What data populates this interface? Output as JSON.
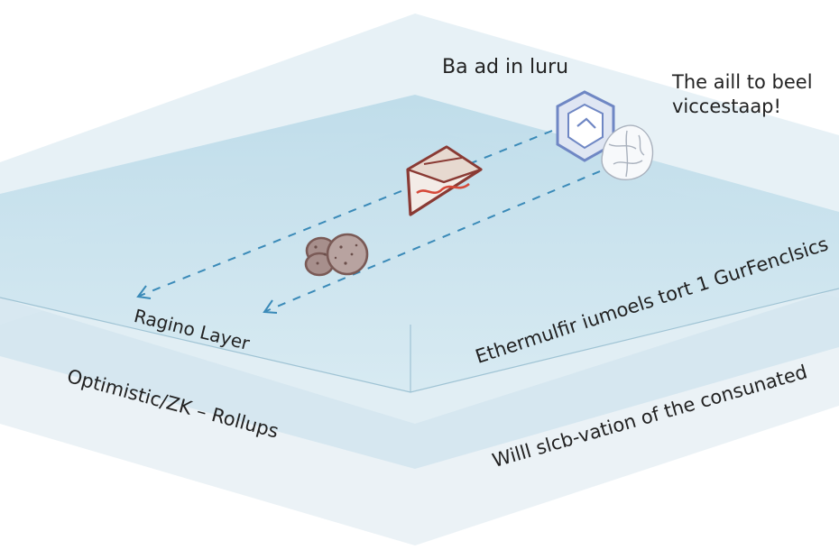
{
  "labels": {
    "top_left": "Ba ad in luru",
    "top_right_line1": "The aill to beel",
    "top_right_line2": "viccestaap!",
    "layer_left": "Ragino Layer",
    "layer_right": "Ethermulfir iumoels tort 1 GurFenclsics",
    "bottom_left": "Optimistic/ZK – Rollups",
    "bottom_right": "Willl slcb-vation of the consunated"
  },
  "icons": [
    "shield-hexagon-icon",
    "scribble-globe-icon",
    "cake-slice-icon",
    "cookie-cluster-icon"
  ],
  "colors": {
    "plane_light": "#e6f0f5",
    "plane_mid": "#c9e1ec",
    "plane_deep": "#b3d5e4",
    "arrow": "#3a8ab8",
    "shield": "#6f87c4",
    "cake_outline": "#8a3a34",
    "cake_filling": "#d64a3a",
    "text": "#222222"
  }
}
